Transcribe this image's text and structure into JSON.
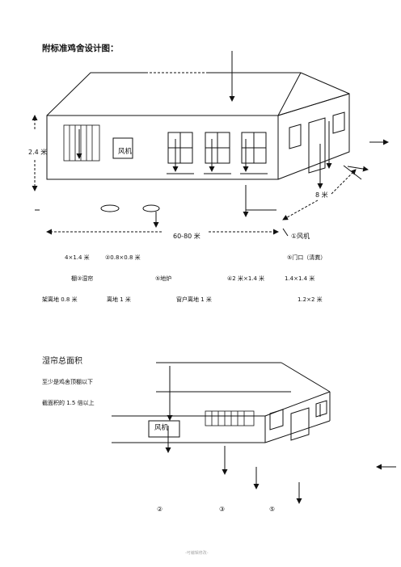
{
  "title": "附标准鸡舍设计图：",
  "diagram1": {
    "fan_label": "风机",
    "height_label": "2.4 米",
    "depth_label": "8 米",
    "length_label": "60-80 米",
    "notes": {
      "n1": "①风机",
      "n2": "4×1.4 米",
      "n3": "②0.8×0.8 米",
      "n4": "⑤门口（清粪）",
      "n5": "棚③湿帘",
      "n6": "⑤地炉",
      "n7": "④2 米×1.4 米",
      "n8": "1.4×1.4 米",
      "n9": "架离地 0.8 米",
      "n10": "离地 1 米",
      "n11": "窗户离地 1 米",
      "n12": "1.2×2 米"
    }
  },
  "diagram2": {
    "heading": "湿帘总面积",
    "line1": "至少是鸡舍顶棚以下",
    "line2": "截面积的 1.5 倍以上",
    "fan_label": "风机",
    "markers": {
      "m2": "②",
      "m3": "③",
      "m5": "⑤"
    }
  },
  "footer": "-可编辑修改-"
}
